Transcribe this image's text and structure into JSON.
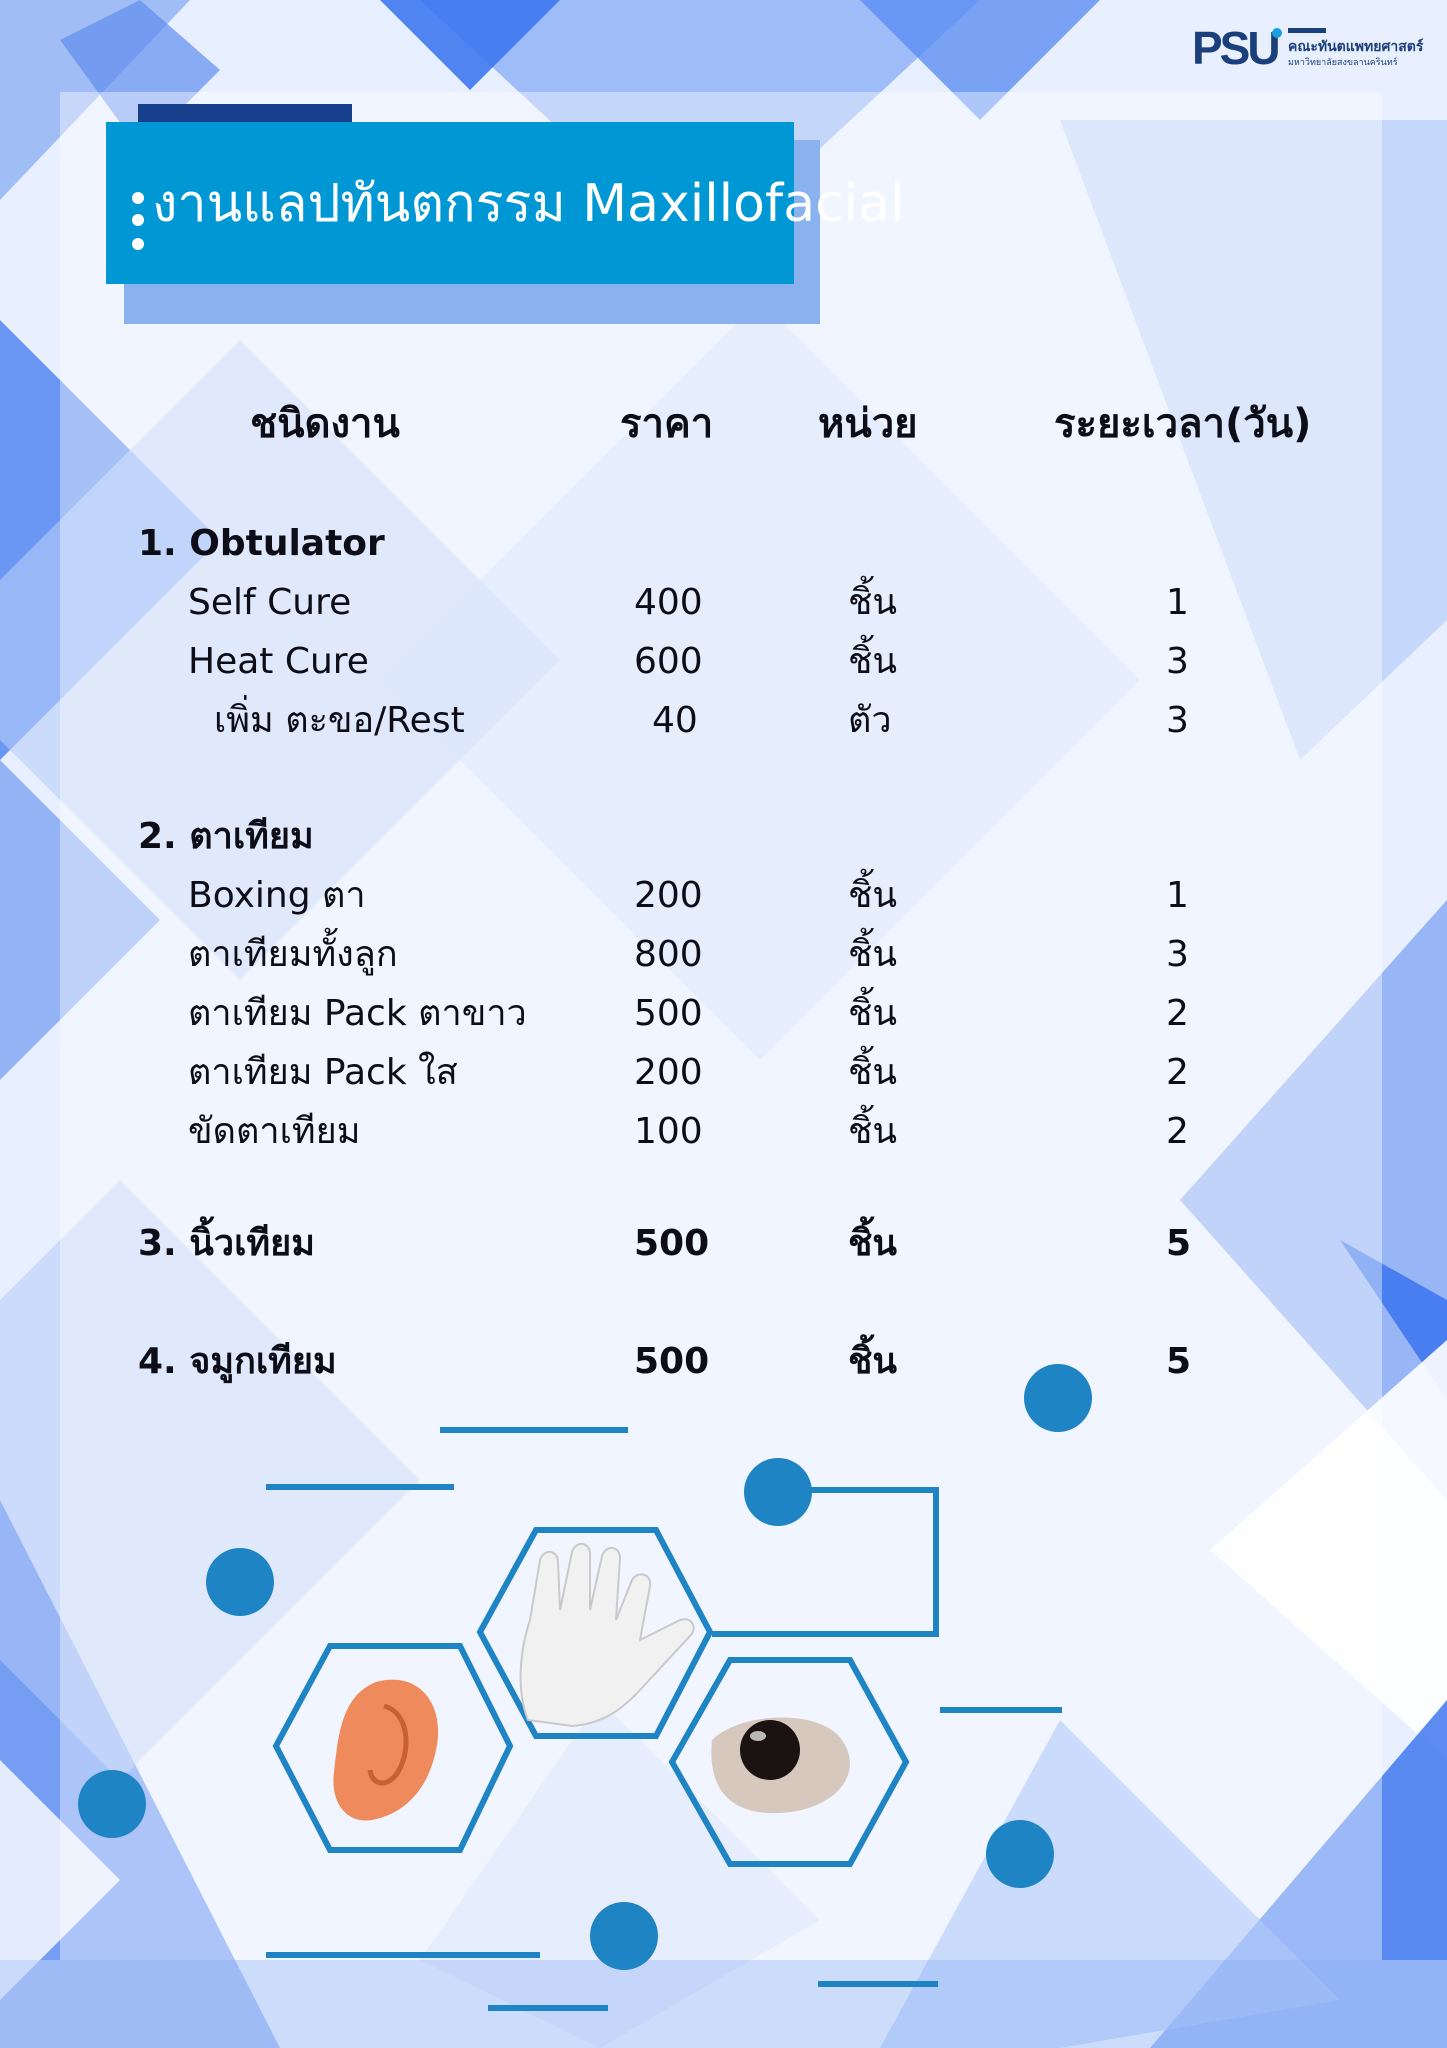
{
  "header": {
    "logo_mark": "PSU",
    "logo_line1": "คณะทันตแพทยศาสตร์",
    "logo_line2": "มหาวิทยาลัยสงขลานครินทร์"
  },
  "title": "งานแลปทันตกรรม Maxillofacial",
  "columns": {
    "type": "ชนิดงาน",
    "price": "ราคา",
    "unit": "หน่วย",
    "days": "ระยะเวลา(วัน)"
  },
  "sections": [
    {
      "heading": "1.  Obtulator",
      "items": [
        {
          "name": "Self Cure",
          "price": "400",
          "unit": "ชิ้น",
          "days": "1"
        },
        {
          "name": "Heat Cure",
          "price": "600",
          "unit": "ชิ้น",
          "days": "3"
        },
        {
          "name": "เพิ่ม ตะขอ/Rest",
          "price": "40",
          "unit": "ตัว",
          "days": "3"
        }
      ]
    },
    {
      "heading": "2. ตาเทียม",
      "items": [
        {
          "name": "Boxing ตา",
          "price": "200",
          "unit": "ชิ้น",
          "days": "1"
        },
        {
          "name": "ตาเทียมทั้งลูก",
          "price": "800",
          "unit": "ชิ้น",
          "days": "3"
        },
        {
          "name": "ตาเทียม Pack ตาขาว",
          "price": "500",
          "unit": "ชิ้น",
          "days": "2"
        },
        {
          "name": "ตาเทียม Pack ใส",
          "price": "200",
          "unit": "ชิ้น",
          "days": "2"
        },
        {
          "name": "ขัดตาเทียม",
          "price": "100",
          "unit": "ชิ้น",
          "days": "2"
        }
      ]
    }
  ],
  "single_items": [
    {
      "name": "3. นิ้วเทียม",
      "price": "500",
      "unit": "ชิ้น",
      "days": "5"
    },
    {
      "name": "4. จมูกเทียม",
      "price": "500",
      "unit": "ชิ้น",
      "days": "5"
    }
  ],
  "colors": {
    "banner": "#0098d4",
    "accent_dark": "#173f8c",
    "deco_blue": "#1f84c4"
  },
  "icons": [
    "ear-prosthesis-image",
    "hand-prosthesis-image",
    "eye-prosthesis-image"
  ]
}
